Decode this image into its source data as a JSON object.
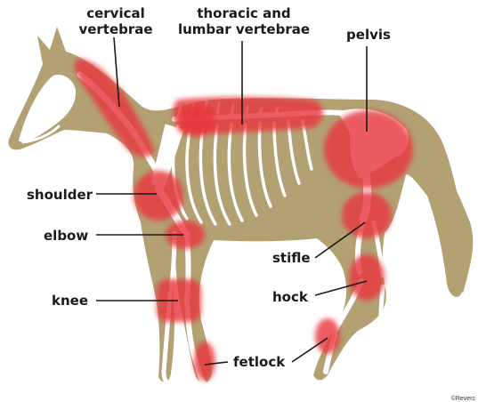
{
  "labels": {
    "cervical_vertebrae": [
      "cervical",
      "vertebrae"
    ],
    "thoracic_lumbar": [
      "thoracic and",
      "lumbar vertebrae"
    ],
    "pelvis": "pelvis",
    "shoulder": "shoulder",
    "elbow": "elbow",
    "stifle": "stifle",
    "knee": "knee",
    "hock": "hock",
    "fetlock": "fetlock"
  },
  "copyright": "©Reverc",
  "colors": {
    "horse_body": "#b3a173",
    "skeleton": "#ffffff",
    "highlight": "#e8363d",
    "text": "#1a1a1a"
  }
}
